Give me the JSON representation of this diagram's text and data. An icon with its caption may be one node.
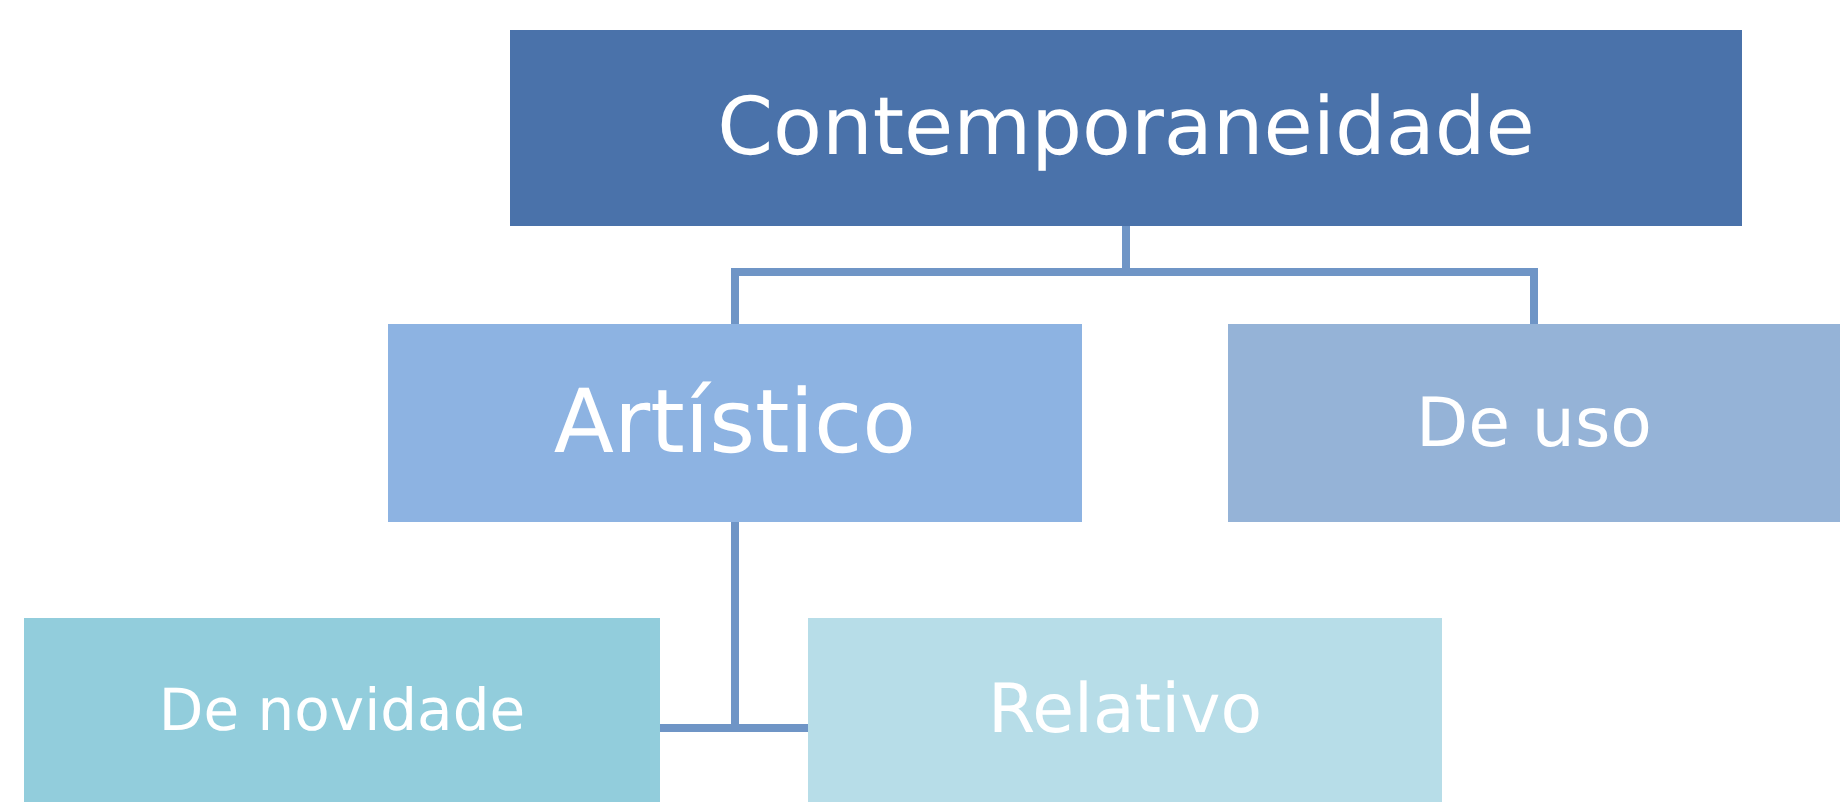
{
  "diagram": {
    "nodes": [
      {
        "text": [
          "Contemporaneidade"
        ]
      },
      {
        "text": [
          "Artístico"
        ]
      },
      {
        "text": [
          "De uso"
        ]
      },
      {
        "text": [
          "De novidade"
        ]
      },
      {
        "text": [
          "Relativo"
        ]
      }
    ],
    "edges": [
      {
        "from": 0,
        "to": 1,
        "arrow": "none"
      },
      {
        "from": 0,
        "to": 2,
        "arrow": "none"
      },
      {
        "from": 1,
        "to": 3,
        "arrow": "none"
      },
      {
        "from": 1,
        "to": 4,
        "arrow": "none"
      }
    ]
  }
}
